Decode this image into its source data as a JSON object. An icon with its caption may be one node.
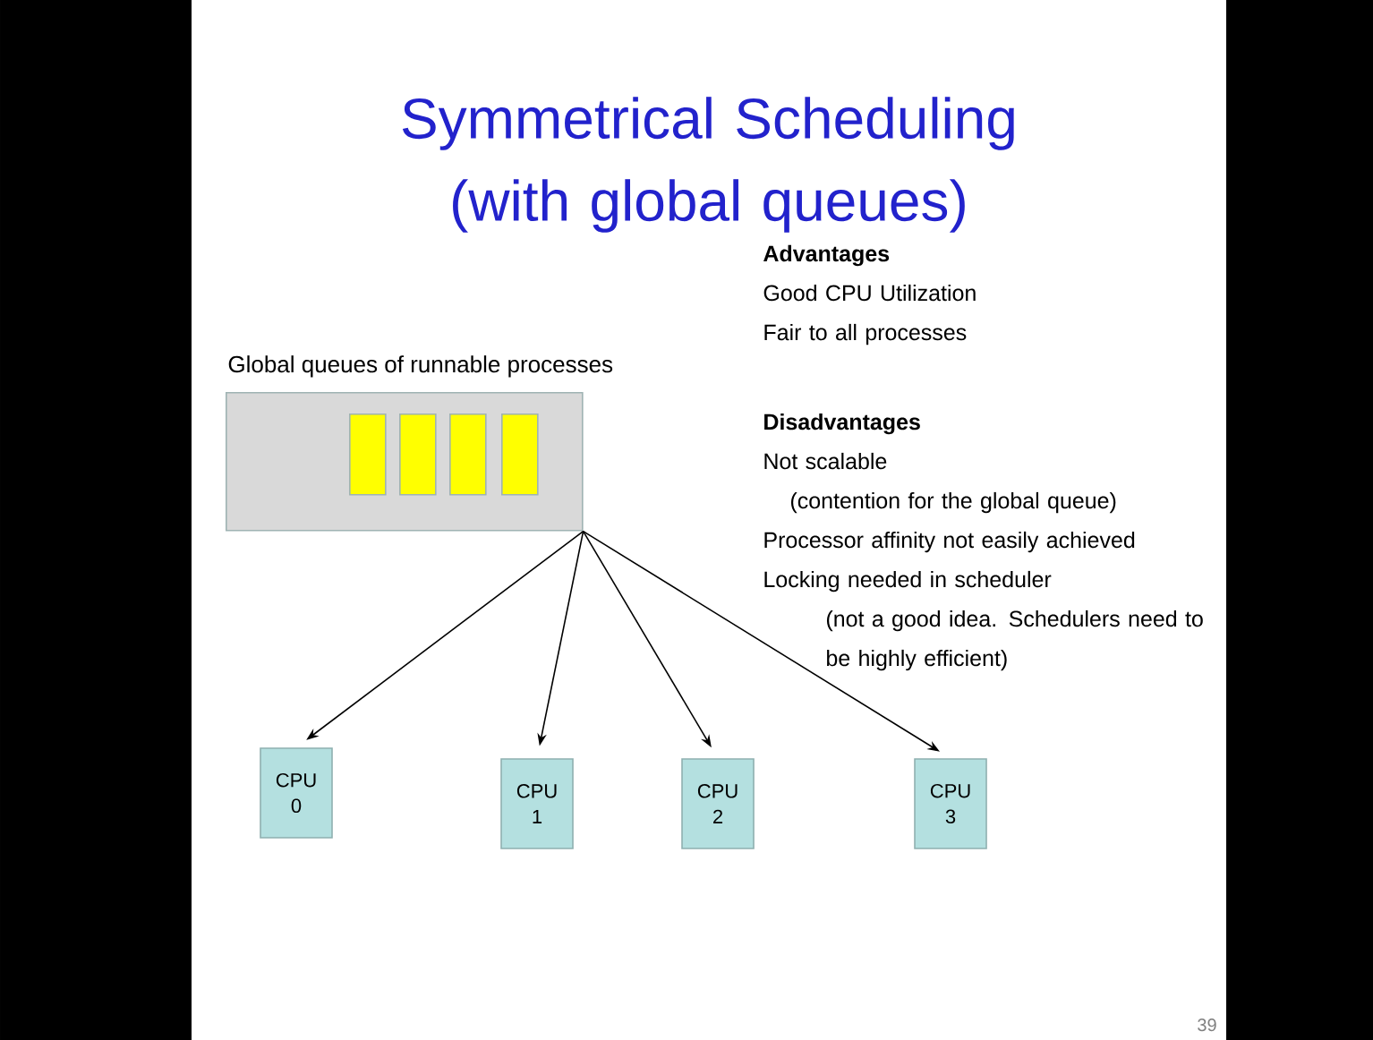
{
  "diagram": {
    "title": "Symmetrical Scheduling (with global queues)",
    "nodes": [
      {
        "text": [
          "Global queues of runnable processes"
        ]
      },
      {
        "text": [],
        "shape": "box",
        "in": 0
      },
      {
        "text": [],
        "shape": "box",
        "in": 0
      },
      {
        "text": [],
        "shape": "box",
        "in": 0
      },
      {
        "text": [],
        "shape": "box",
        "in": 0
      },
      {
        "text": [
          "CPU 0"
        ]
      },
      {
        "text": [
          "CPU 1"
        ]
      },
      {
        "text": [
          "CPU 2"
        ]
      },
      {
        "text": [
          "CPU 3"
        ]
      }
    ],
    "edges": [
      {
        "from": 0,
        "to": 5,
        "arrow": "to"
      },
      {
        "from": 0,
        "to": 6,
        "arrow": "to"
      },
      {
        "from": 0,
        "to": 7,
        "arrow": "to"
      },
      {
        "from": 0,
        "to": 8,
        "arrow": "to"
      }
    ],
    "labels": [
      "Advantages",
      "Good CPU Utilization",
      "Fair to all processes",
      "Disadvantages",
      "Not scalable",
      "(contention for the global queue)",
      "Processor affinity not easily achieved",
      "Locking needed in scheduler",
      "(not a good idea. Schedulers need to be highly efficient)",
      "39"
    ]
  }
}
